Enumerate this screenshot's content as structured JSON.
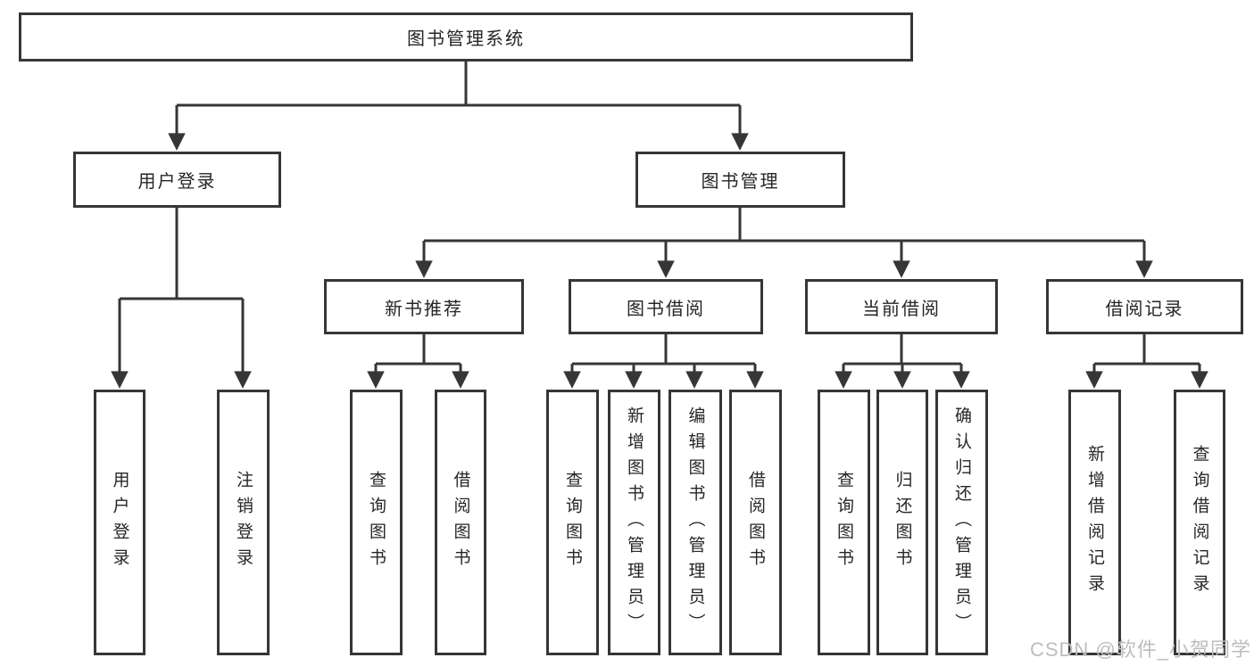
{
  "tree": {
    "label": "图书管理系统",
    "children": [
      {
        "label": "用户登录",
        "children": [
          {
            "label": "用户登录"
          },
          {
            "label": "注销登录"
          }
        ]
      },
      {
        "label": "图书管理",
        "children": [
          {
            "label": "新书推荐",
            "children": [
              {
                "label": "查询图书"
              },
              {
                "label": "借阅图书"
              }
            ]
          },
          {
            "label": "图书借阅",
            "children": [
              {
                "label": "查询图书"
              },
              {
                "label": "新增图书（管理员）"
              },
              {
                "label": "编辑图书（管理员）"
              },
              {
                "label": "借阅图书"
              }
            ]
          },
          {
            "label": "当前借阅",
            "children": [
              {
                "label": "查询图书"
              },
              {
                "label": "归还图书"
              },
              {
                "label": "确认归还（管理员）"
              }
            ]
          },
          {
            "label": "借阅记录",
            "children": [
              {
                "label": "新增借阅记录"
              },
              {
                "label": "查询借阅记录"
              }
            ]
          }
        ]
      }
    ]
  },
  "watermark": {
    "text": "CSDN @软件_小贺同学"
  },
  "colors": {
    "line": "#363636",
    "text": "#262626",
    "boxfill": "#ffffff",
    "watermark": "#bdbdbd",
    "background": "#ffffff"
  }
}
